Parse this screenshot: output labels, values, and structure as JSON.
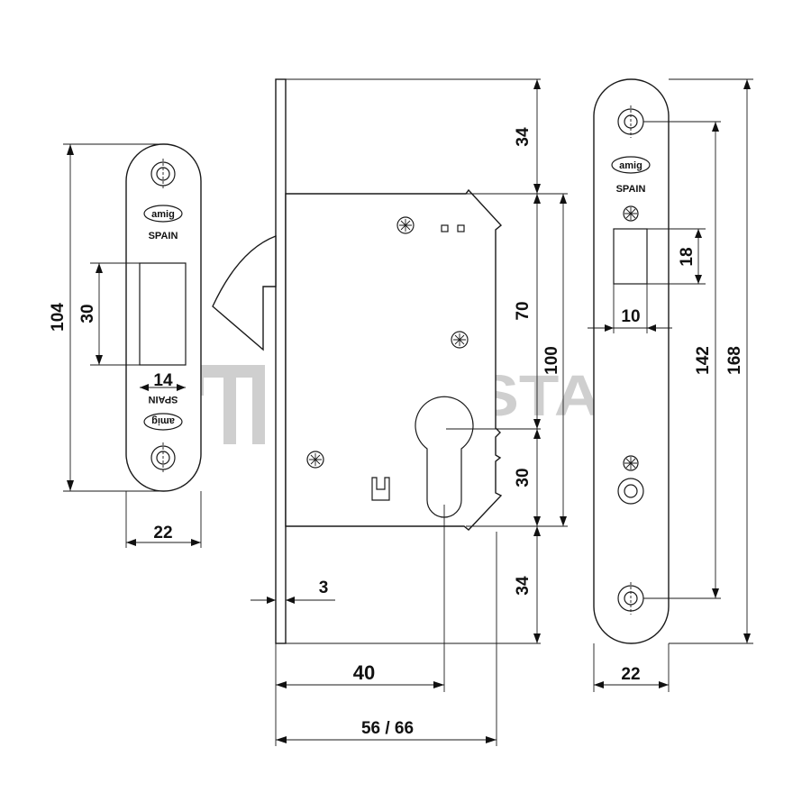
{
  "watermark": "FISKOSTAR",
  "dimensions": {
    "striker_height": "104",
    "striker_opening_height": "30",
    "striker_opening_width": "14",
    "striker_width": "22",
    "backset": "40",
    "case_depth": "56 / 66",
    "faceplate_thickness": "3",
    "top_offset": "34",
    "hook_to_center": "70",
    "hook_to_bottom": "100",
    "center_to_bottom": "30",
    "bottom_offset": "34",
    "faceplate_opening_height": "18",
    "faceplate_opening_width": "10",
    "screw_spacing": "142",
    "faceplate_height": "168",
    "faceplate_width": "22"
  },
  "labels": {
    "striker_top_country": "SPAIN",
    "striker_bottom_country": "SPAIN",
    "faceplate_country": "SPAIN",
    "brand_logo": "amig"
  },
  "colors": {
    "line": "#1a1a1a",
    "watermark": "#cfcfcf",
    "background": "#ffffff"
  }
}
